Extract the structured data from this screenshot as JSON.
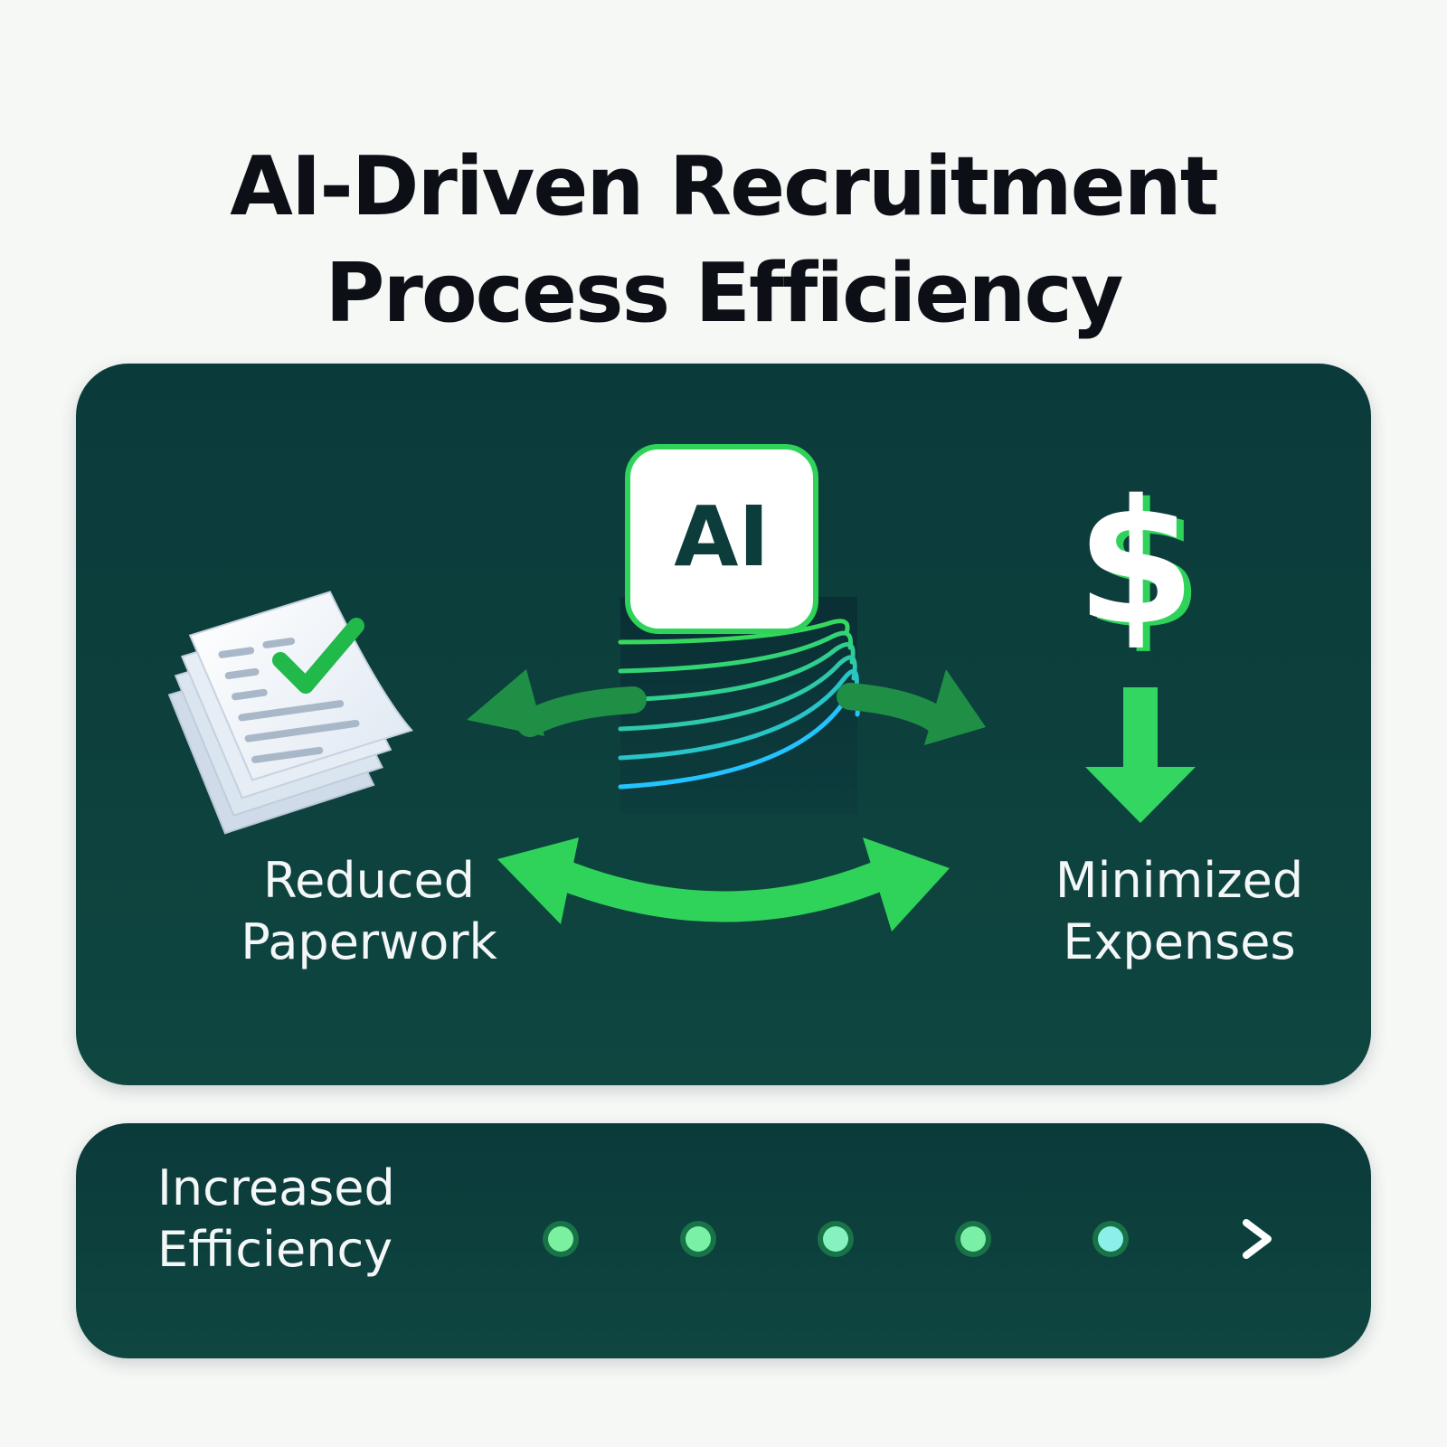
{
  "title": {
    "line1": "AI-Driven Recruitment",
    "line2": "Process Efficiency"
  },
  "colors": {
    "panel": "#0d3e3c",
    "accent_green": "#2fd35a",
    "accent_blue": "#22c3ff",
    "text_dark": "#0c1016",
    "text_light": "#f4f7f7"
  },
  "center": {
    "badge_text": "AI"
  },
  "left": {
    "icon": "paperwork-check-icon",
    "label_line1": "Reduced",
    "label_line2": "Paperwork"
  },
  "right": {
    "icon": "dollar-down-icon",
    "symbol": "$",
    "label_line1": "Minimized",
    "label_line2": "Expenses"
  },
  "bottom": {
    "label_line1": "Increased",
    "label_line2": "Efficiency",
    "milestones": 5
  }
}
